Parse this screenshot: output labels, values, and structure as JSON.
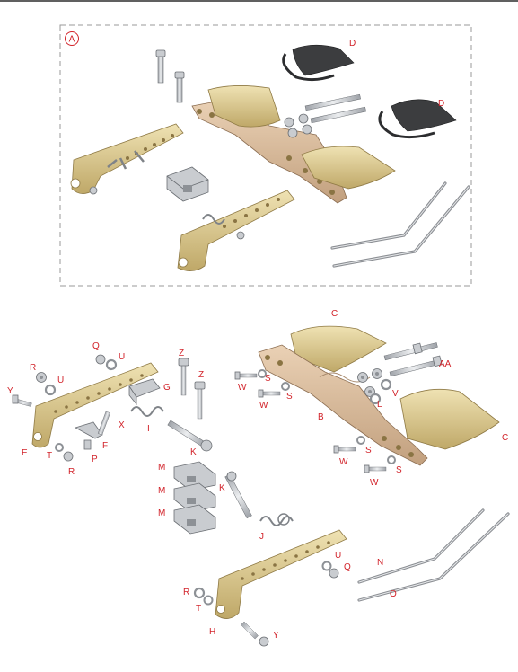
{
  "top_line_color": "#000000",
  "label_color": "#d2232a",
  "panel": {
    "badge": "A",
    "labels": [
      {
        "id": "d1",
        "text": "D"
      },
      {
        "id": "d2",
        "text": "D"
      }
    ]
  },
  "callouts": [
    {
      "id": "c1",
      "text": "C"
    },
    {
      "id": "aa",
      "text": "AA"
    },
    {
      "id": "w1",
      "text": "W"
    },
    {
      "id": "s1",
      "text": "S"
    },
    {
      "id": "w2",
      "text": "W"
    },
    {
      "id": "s2",
      "text": "S"
    },
    {
      "id": "b",
      "text": "B"
    },
    {
      "id": "l",
      "text": "L"
    },
    {
      "id": "v",
      "text": "V"
    },
    {
      "id": "s3",
      "text": "S"
    },
    {
      "id": "s4",
      "text": "S"
    },
    {
      "id": "c2",
      "text": "C"
    },
    {
      "id": "w3",
      "text": "W"
    },
    {
      "id": "w4",
      "text": "W"
    },
    {
      "id": "q1",
      "text": "Q"
    },
    {
      "id": "u1",
      "text": "U"
    },
    {
      "id": "r1",
      "text": "R"
    },
    {
      "id": "u2",
      "text": "U"
    },
    {
      "id": "y1",
      "text": "Y"
    },
    {
      "id": "z1",
      "text": "Z"
    },
    {
      "id": "z2",
      "text": "Z"
    },
    {
      "id": "g",
      "text": "G"
    },
    {
      "id": "x",
      "text": "X"
    },
    {
      "id": "i",
      "text": "I"
    },
    {
      "id": "e",
      "text": "E"
    },
    {
      "id": "f",
      "text": "F"
    },
    {
      "id": "t1",
      "text": "T"
    },
    {
      "id": "r2",
      "text": "R"
    },
    {
      "id": "p",
      "text": "P"
    },
    {
      "id": "k1",
      "text": "K"
    },
    {
      "id": "m1",
      "text": "M"
    },
    {
      "id": "m2",
      "text": "M"
    },
    {
      "id": "m3",
      "text": "M"
    },
    {
      "id": "k2",
      "text": "K"
    },
    {
      "id": "j",
      "text": "J"
    },
    {
      "id": "u3",
      "text": "U"
    },
    {
      "id": "q2",
      "text": "Q"
    },
    {
      "id": "n",
      "text": "N"
    },
    {
      "id": "o",
      "text": "O"
    },
    {
      "id": "r3",
      "text": "R"
    },
    {
      "id": "t2",
      "text": "T"
    },
    {
      "id": "h",
      "text": "H"
    },
    {
      "id": "y2",
      "text": "Y"
    }
  ]
}
